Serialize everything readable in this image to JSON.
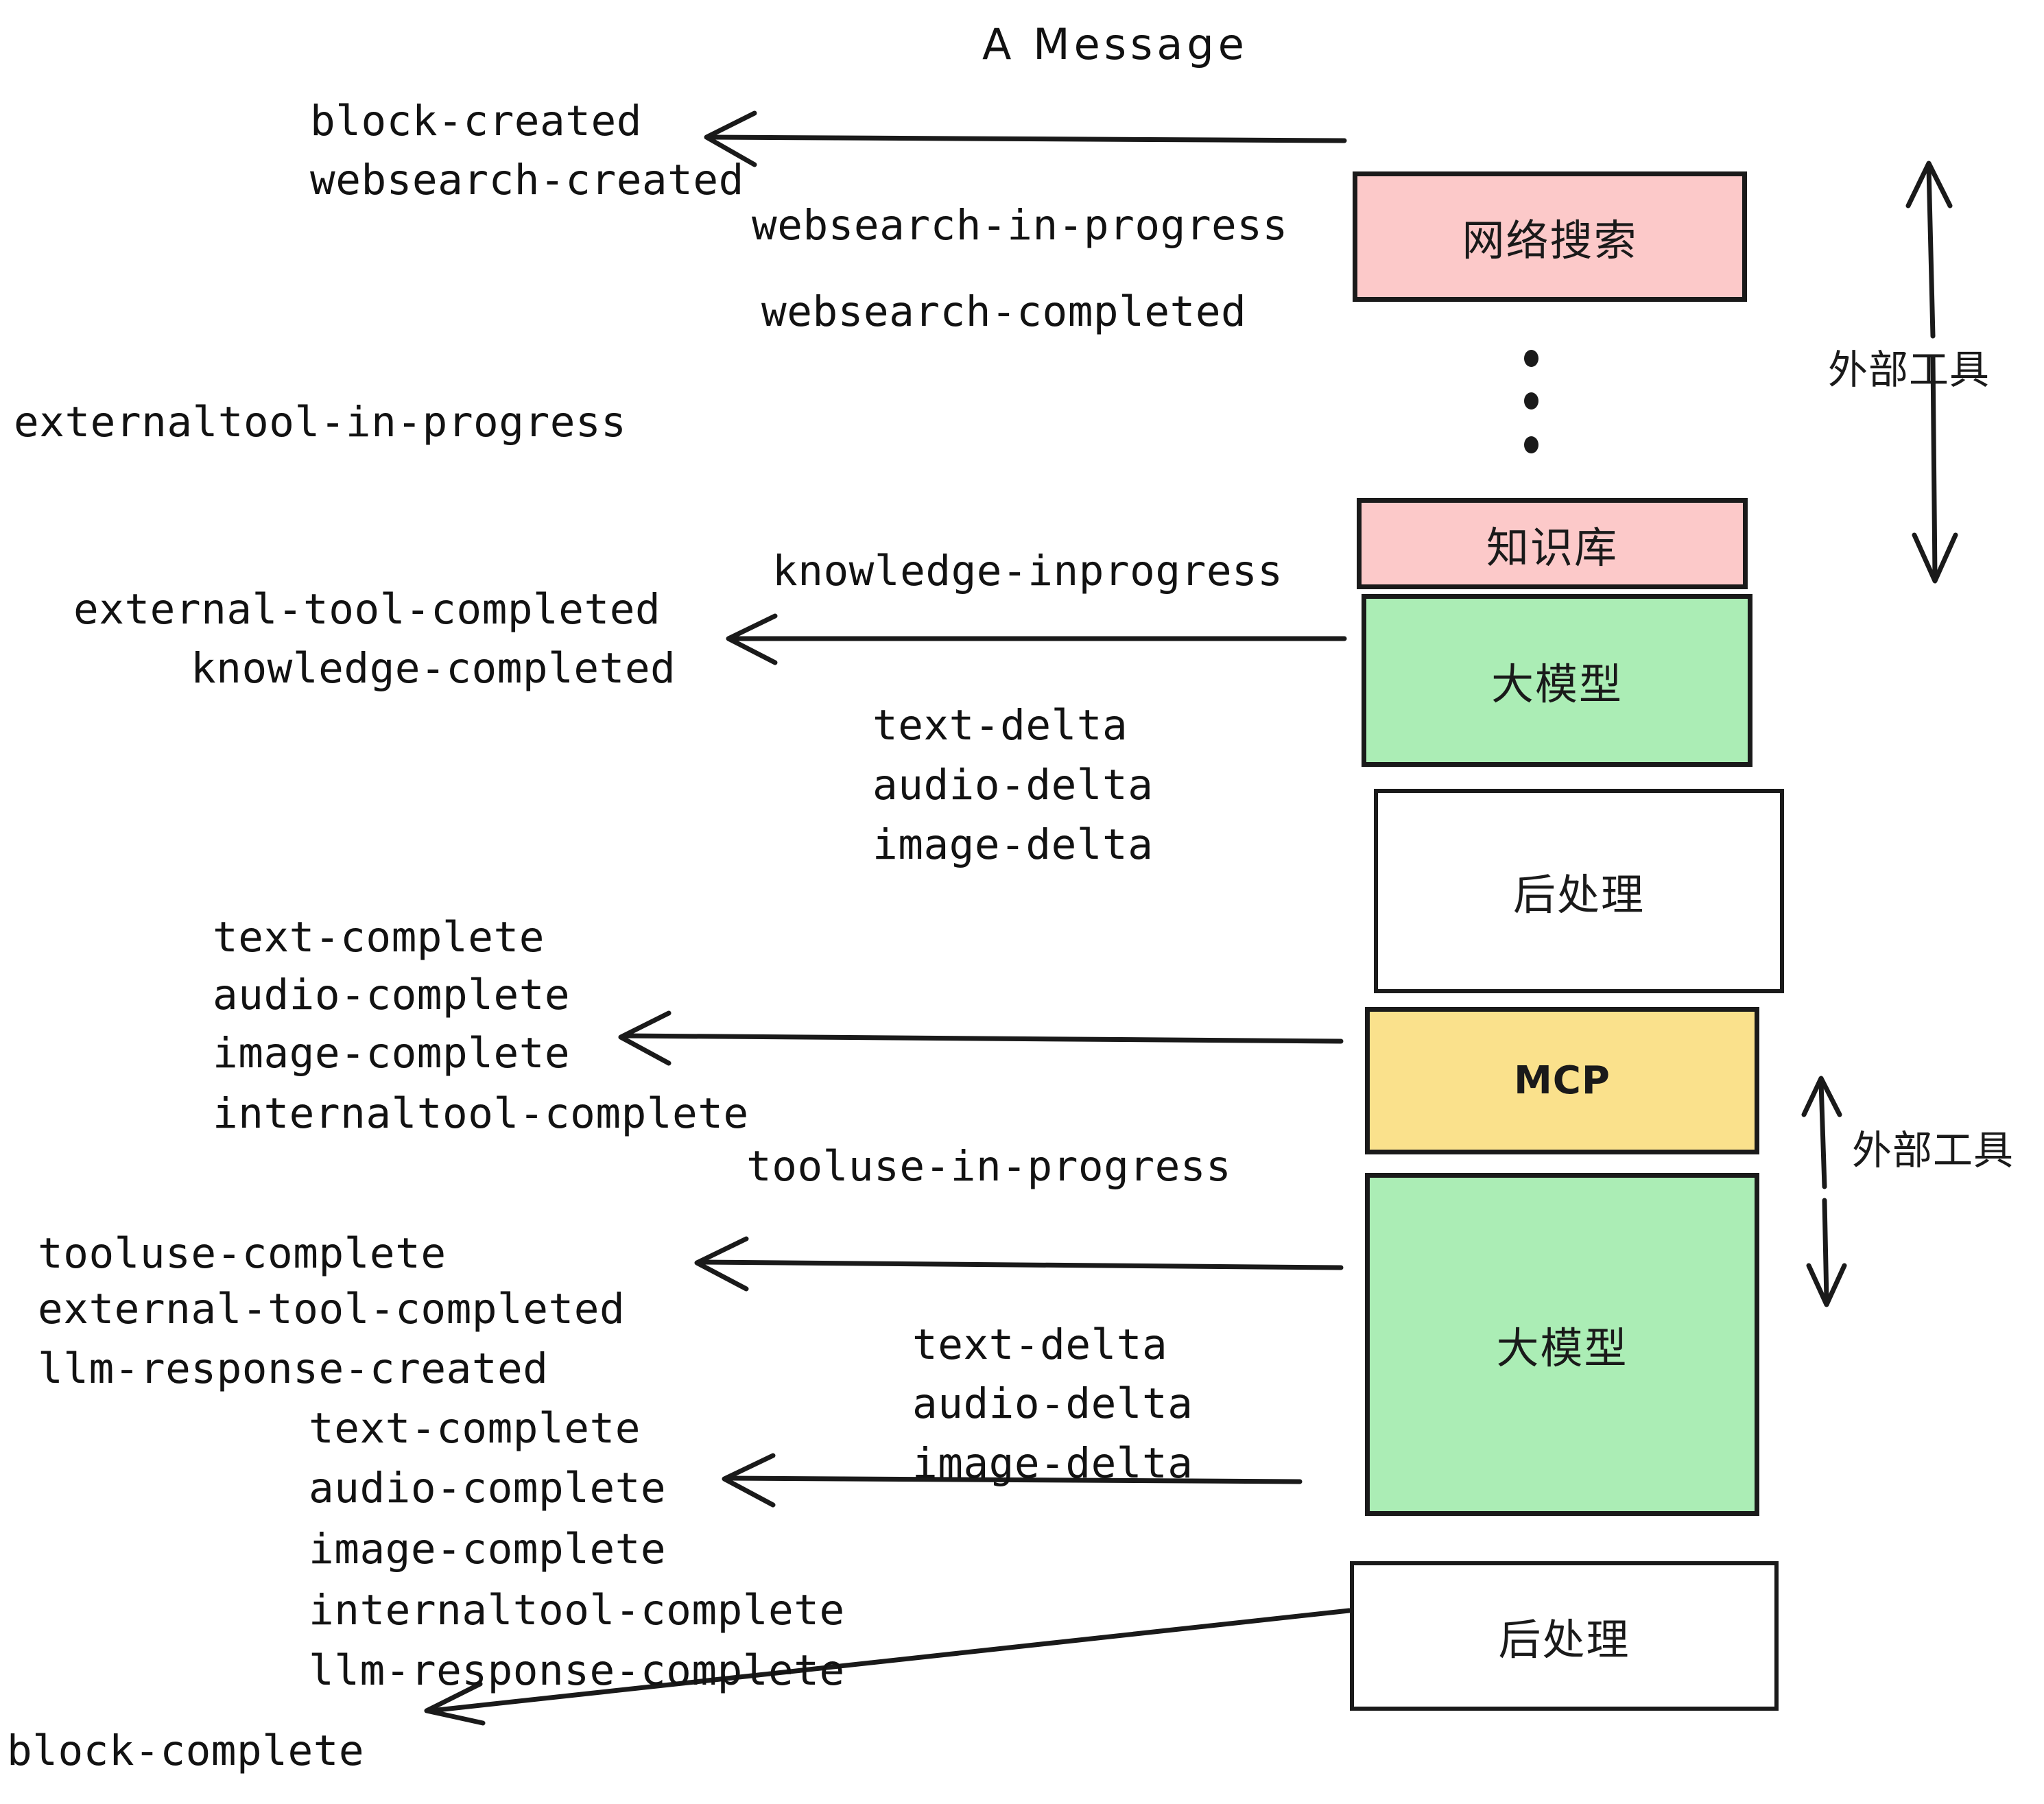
{
  "title": "A Message",
  "colors": {
    "pink": "#FCC9C9",
    "green": "#ABEDB5",
    "yellow": "#FAE18C",
    "white": "#FFFFFF",
    "stroke": "#1A1A1A"
  },
  "boxes": [
    {
      "id": "websearch",
      "label": "网络搜索",
      "fill": "#FCC9C9"
    },
    {
      "id": "knowledge",
      "label": "知识库",
      "fill": "#FCC9C9"
    },
    {
      "id": "llm-1",
      "label": "大模型",
      "fill": "#ABEDB5"
    },
    {
      "id": "postproc-1",
      "label": "后处理",
      "fill": "#FFFFFF"
    },
    {
      "id": "mcp",
      "label": "MCP",
      "fill": "#FAE18C"
    },
    {
      "id": "llm-2",
      "label": "大模型",
      "fill": "#ABEDB5"
    },
    {
      "id": "postproc-2",
      "label": "后处理",
      "fill": "#FFFFFF"
    }
  ],
  "side_labels": [
    {
      "id": "external-tool-top",
      "text": "外部工具"
    },
    {
      "id": "external-tool-bottom",
      "text": "外部工具"
    }
  ],
  "events": [
    {
      "id": "block-created",
      "text": "block-created"
    },
    {
      "id": "websearch-created",
      "text": "websearch-created"
    },
    {
      "id": "websearch-in-progress",
      "text": "websearch-in-progress"
    },
    {
      "id": "websearch-completed",
      "text": "websearch-completed"
    },
    {
      "id": "externaltool-in-progress",
      "text": "externaltool-in-progress"
    },
    {
      "id": "knowledge-inprogress",
      "text": "knowledge-inprogress"
    },
    {
      "id": "external-tool-completed-1",
      "text": "external-tool-completed"
    },
    {
      "id": "knowledge-completed",
      "text": "knowledge-completed"
    },
    {
      "id": "text-delta-1",
      "text": "text-delta"
    },
    {
      "id": "audio-delta-1",
      "text": "audio-delta"
    },
    {
      "id": "image-delta-1",
      "text": "image-delta"
    },
    {
      "id": "text-complete-1",
      "text": "text-complete"
    },
    {
      "id": "audio-complete-1",
      "text": "audio-complete"
    },
    {
      "id": "image-complete-1",
      "text": "image-complete"
    },
    {
      "id": "internaltool-complete-1",
      "text": "internaltool-complete"
    },
    {
      "id": "tooluse-in-progress",
      "text": "tooluse-in-progress"
    },
    {
      "id": "tooluse-complete",
      "text": "tooluse-complete"
    },
    {
      "id": "external-tool-completed-2",
      "text": "external-tool-completed"
    },
    {
      "id": "llm-response-created",
      "text": "llm-response-created"
    },
    {
      "id": "text-complete-2",
      "text": "text-complete"
    },
    {
      "id": "audio-complete-2",
      "text": "audio-complete"
    },
    {
      "id": "image-complete-2",
      "text": "image-complete"
    },
    {
      "id": "internaltool-complete-2",
      "text": "internaltool-complete"
    },
    {
      "id": "llm-response-complete",
      "text": "llm-response-complete"
    },
    {
      "id": "text-delta-2",
      "text": "text-delta"
    },
    {
      "id": "audio-delta-2",
      "text": "audio-delta"
    },
    {
      "id": "image-delta-2",
      "text": "image-delta"
    },
    {
      "id": "block-complete",
      "text": "block-complete"
    }
  ],
  "ellipsis": {
    "id": "vertical-ellipsis",
    "count": 3
  }
}
